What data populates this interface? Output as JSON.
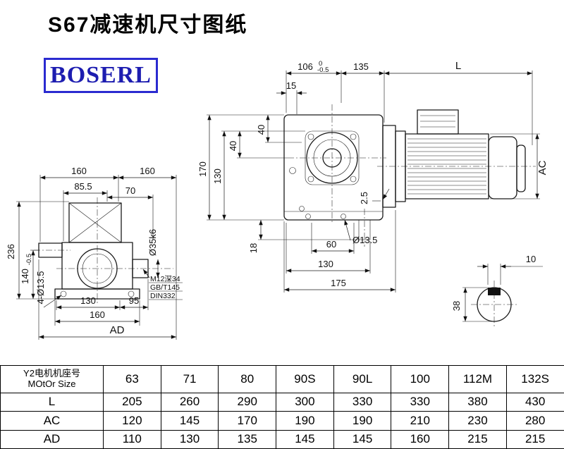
{
  "page": {
    "title": "S67减速机尺寸图纸",
    "logo": "BOSERL"
  },
  "drawing": {
    "front_view": {
      "dim_106": "106",
      "tol_106_upper": "0",
      "tol_106_lower": "-0.5",
      "dim_135": "135",
      "dim_L": "L",
      "dim_15": "15",
      "dim_170": "170",
      "dim_130_side": "130",
      "dim_40_lower": "40",
      "dim_40_upper": "40",
      "dim_2_5": "2.5",
      "dim_18": "18",
      "dim_60": "60",
      "dim_hole": "Ø13.5",
      "dim_130_bottom": "130",
      "dim_175": "175",
      "dim_AC": "AC"
    },
    "side_view": {
      "dim_160_left": "160",
      "dim_160_right": "160",
      "dim_85_5": "85.5",
      "dim_70": "70",
      "dim_shaft": "Ø35k6",
      "dim_236": "236",
      "dim_140": "140",
      "tol_140": "-0.5",
      "dim_4_holes": "4-Ø13.5",
      "dim_130": "130",
      "dim_95": "95",
      "dim_160_bottom": "160",
      "dim_AD": "AD",
      "note_line1": "M12深34",
      "note_line2": "GB/T145",
      "note_line3": "DIN332"
    },
    "key_detail": {
      "dim_10": "10",
      "dim_38": "38"
    }
  },
  "table": {
    "header_label_line1": "Y2电机机座号",
    "header_label_line2": "MOtOr Size",
    "sizes": [
      "63",
      "71",
      "80",
      "90S",
      "90L",
      "100",
      "112M",
      "132S"
    ],
    "rows": [
      {
        "label": "L",
        "values": [
          "205",
          "260",
          "290",
          "300",
          "330",
          "330",
          "380",
          "430"
        ]
      },
      {
        "label": "AC",
        "values": [
          "120",
          "145",
          "170",
          "190",
          "190",
          "210",
          "230",
          "280"
        ]
      },
      {
        "label": "AD",
        "values": [
          "110",
          "130",
          "135",
          "145",
          "145",
          "160",
          "215",
          "215"
        ]
      }
    ]
  }
}
